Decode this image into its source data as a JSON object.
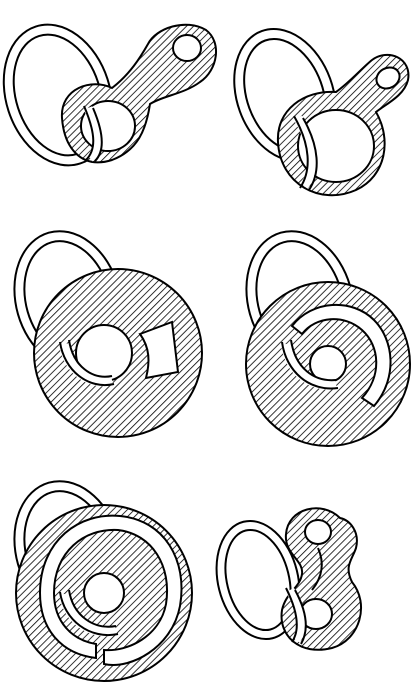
{
  "figure": {
    "panels": [
      {
        "id": "panel-1",
        "shape": "figure-eight-small-hole"
      },
      {
        "id": "panel-2",
        "shape": "keyhole-ring"
      },
      {
        "id": "panel-3",
        "shape": "disc-with-notch"
      },
      {
        "id": "panel-4",
        "shape": "disc-with-slot"
      },
      {
        "id": "panel-5",
        "shape": "disc-with-spiral-slot"
      },
      {
        "id": "panel-6",
        "shape": "pretzel"
      }
    ],
    "colors": {
      "stroke": "#000000",
      "hatch": "#000000",
      "background": "#ffffff",
      "ring_fill": "#ffffff"
    }
  }
}
